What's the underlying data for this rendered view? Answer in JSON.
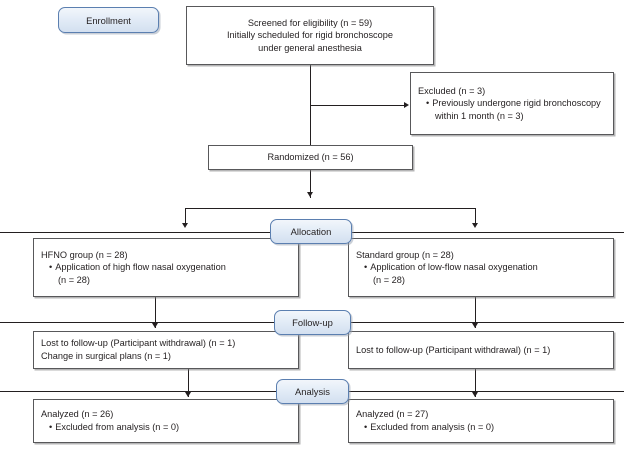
{
  "diagram": {
    "title": "CONSORT participant flow diagram",
    "type": "flowchart",
    "colors": {
      "box_border": "#58585a",
      "box_fill": "#ffffff",
      "pill_border": "#5b7fb0",
      "pill_fill": "#e3ecf7",
      "connector": "#231f20",
      "text": "#231f20"
    }
  },
  "stages": {
    "enrollment": "Enrollment",
    "allocation": "Allocation",
    "followup": "Follow-up",
    "analysis": "Analysis"
  },
  "nodes": {
    "screened": {
      "line1": "Screened for eligibility (n = 59)",
      "line2": "Initially scheduled for rigid bronchoscope",
      "line3": "under general anesthesia"
    },
    "excluded": {
      "line1": "Excluded (n = 3)",
      "bullet1": "Previously undergone rigid bronchoscopy",
      "bullet1_cont": "within 1 month (n = 3)"
    },
    "randomized": {
      "line1": "Randomized (n = 56)"
    },
    "hfno_group": {
      "line1": "HFNO group (n = 28)",
      "bullet1": "Application of high flow nasal oxygenation",
      "bullet1_cont": "(n = 28)"
    },
    "standard_group": {
      "line1": "Standard group (n = 28)",
      "bullet1": "Application of low-flow nasal oxygenation",
      "bullet1_cont": "(n = 28)"
    },
    "hfno_followup": {
      "line1": "Lost to follow-up (Participant withdrawal) (n = 1)",
      "line2": "Change in surgical plans (n = 1)"
    },
    "standard_followup": {
      "line1": "Lost to follow-up (Participant withdrawal) (n = 1)"
    },
    "hfno_analysis": {
      "line1": "Analyzed (n = 26)",
      "bullet1": "Excluded from analysis (n = 0)"
    },
    "standard_analysis": {
      "line1": "Analyzed (n = 27)",
      "bullet1": "Excluded from analysis (n = 0)"
    }
  }
}
